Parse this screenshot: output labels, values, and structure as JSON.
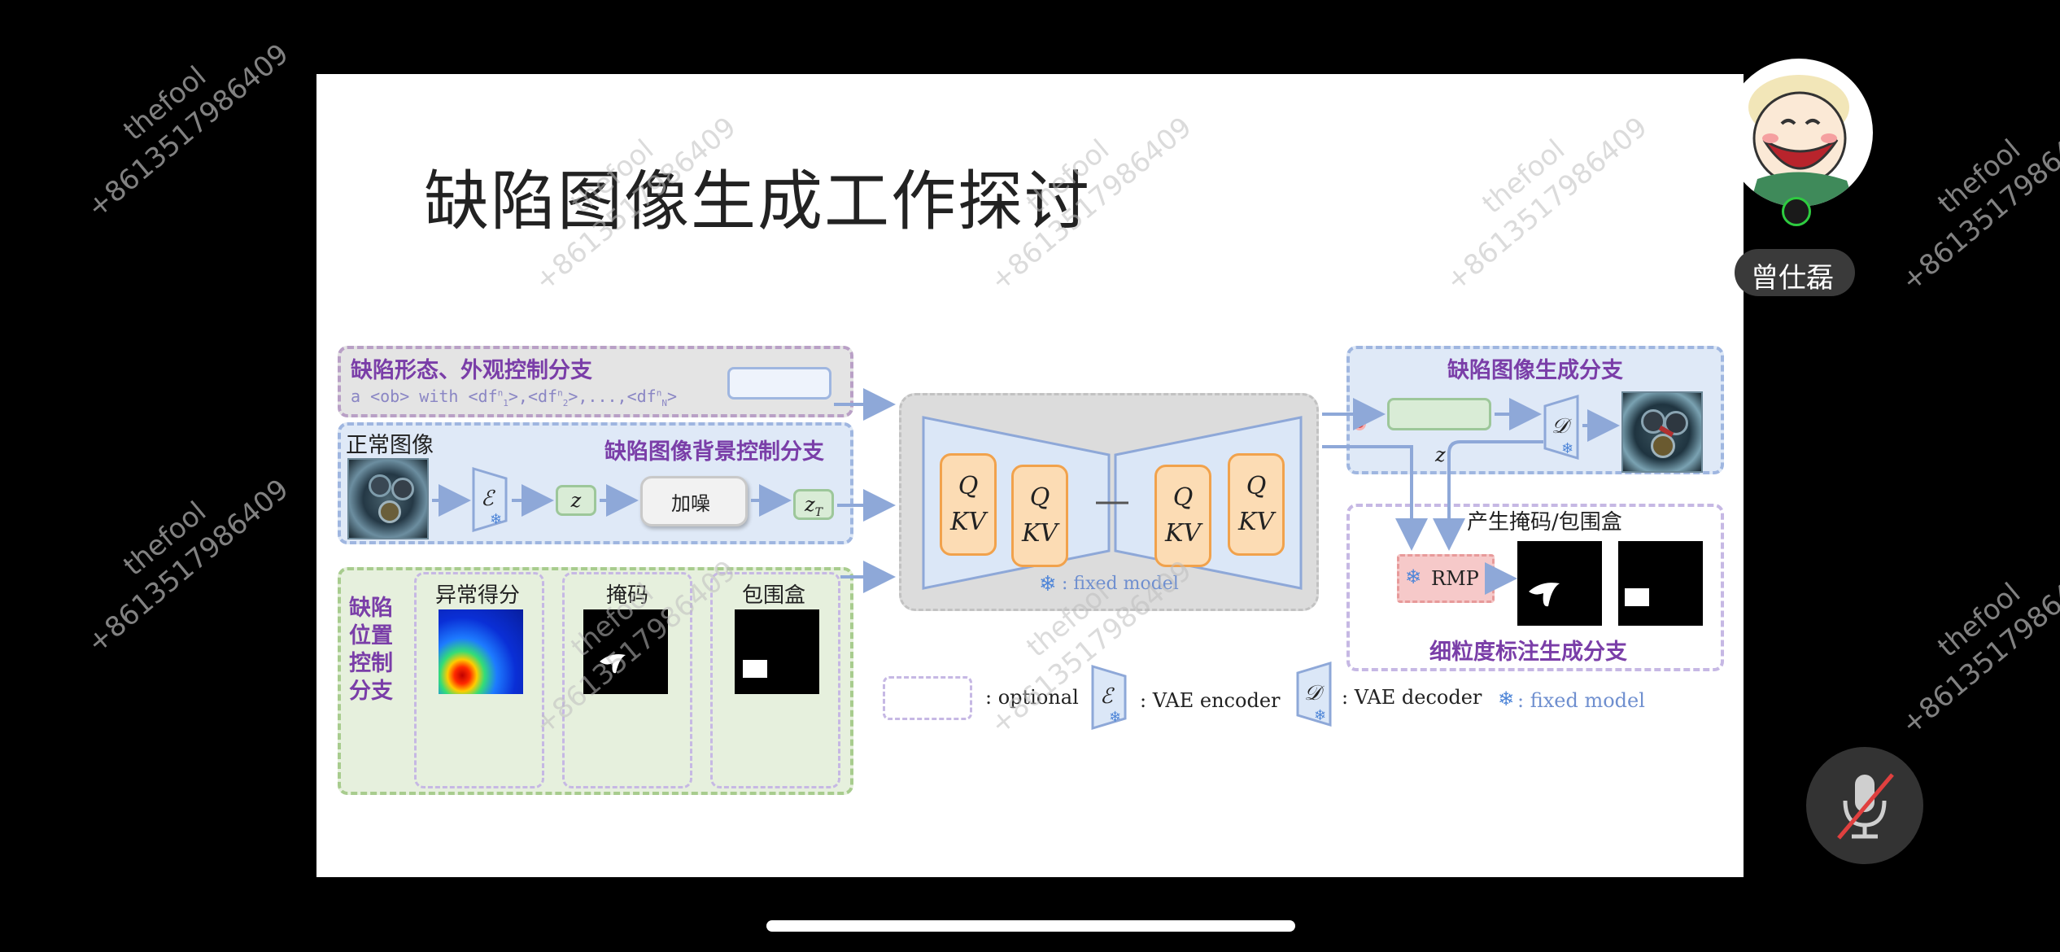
{
  "slide": {
    "title": "缺陷图像生成工作探讨",
    "branch_appearance": {
      "title": "缺陷形态、外观控制分支",
      "prompt": "a <ob> with <df",
      "prompt_rest": ">,<df",
      "prompt_tail": ">,...,<df",
      "prompt_end": ">"
    },
    "branch_background": {
      "normal_image_label": "正常图像",
      "title": "缺陷图像背景控制分支",
      "encoder_symbol": "ℰ",
      "latent_label": "z",
      "noise_label": "加噪",
      "zt_label": "zT"
    },
    "branch_position": {
      "title_lines": [
        "缺陷",
        "位置",
        "控制",
        "分支"
      ],
      "anomaly_label": "异常得分",
      "mask_label": "掩码",
      "bbox_label": "包围盒"
    },
    "unet": {
      "q_label": "Q",
      "kv_label": "KV",
      "fixed_label": ": fixed model"
    },
    "branch_generation": {
      "title": "缺陷图像生成分支",
      "decoder_symbol": "𝒟",
      "z_label": "z"
    },
    "branch_mask": {
      "title": "产生掩码/包围盒",
      "rmp_label": "RMP",
      "footer": "细粒度标注生成分支"
    },
    "legend": {
      "optional": ": optional",
      "encoder": ": VAE encoder",
      "decoder": ": VAE decoder",
      "fixed": ": fixed model"
    }
  },
  "participant": {
    "name": "曾仕磊"
  },
  "watermark": {
    "line1": "thefool",
    "line2": "+8613517986409"
  },
  "colors": {
    "accent_purple": "#7a3ea8",
    "branch_blue": "#9fb6e0",
    "unet_blue": "#dbe7f7",
    "green_box": "#d9ecd6"
  }
}
